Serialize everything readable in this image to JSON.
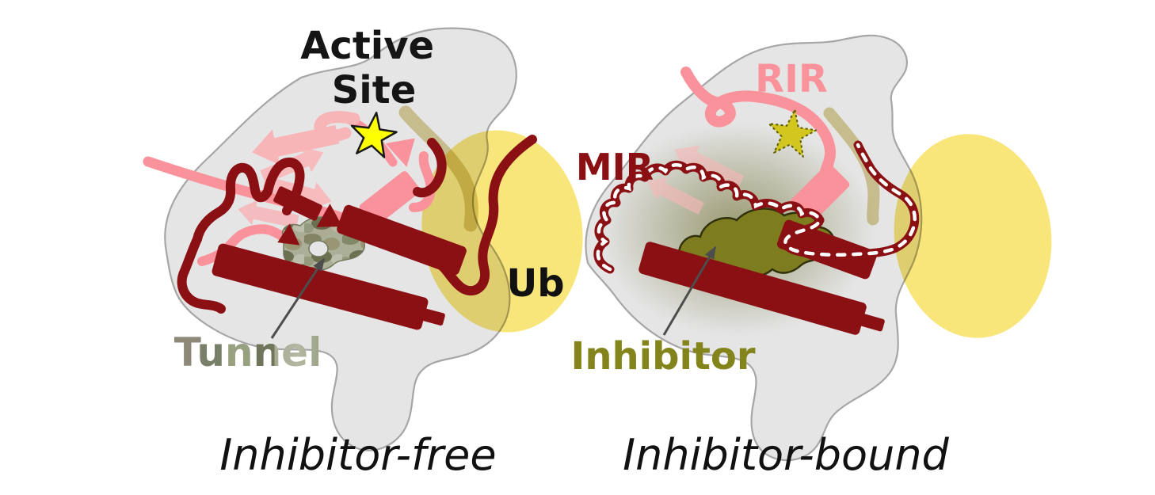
{
  "figure": {
    "type": "scientific-cartoon-diagram",
    "description": "Two-panel cartoon of an enzyme shown without and with a bound inhibitor"
  },
  "panels": {
    "left": {
      "caption": "Inhibitor-free",
      "labels": {
        "active_site_line1": "Active",
        "active_site_line2": "Site",
        "ub": "Ub",
        "tunnel": "Tunnel"
      }
    },
    "right": {
      "caption": "Inhibitor-bound",
      "labels": {
        "mir": "MIR",
        "rir": "RIR",
        "inhibitor": "Inhibitor"
      }
    }
  },
  "colors": {
    "background": "#ffffff",
    "protein_body": "#e5e5e6",
    "protein_outline": "#a6a6a6",
    "ribbon_pink": "#f9929a",
    "arrow_light_pink": "#f8b5b8",
    "helix_maroon": "#8b1014",
    "ubiquitin_yellow": "#f9e67b",
    "ub_tail_tan": "#ddd29c",
    "active_site_star_yellow": "#feff00",
    "blocked_star_olive": "#d3c71f",
    "inhibitor_olive": "#7d7d1f",
    "inhibitor_outline": "#31310c",
    "inhibitor_label_olive": "#84841c",
    "mir_dash_white": "#ffffff",
    "annotation_arrow_grey": "#4d4d4d",
    "caption_black": "#111111",
    "active_site_text": "#151515"
  },
  "icons": [
    {
      "name": "active-site-star",
      "meaning": "catalytic active site"
    },
    {
      "name": "blocked-active-site-star",
      "meaning": "occluded active site (dotted outline)"
    }
  ]
}
